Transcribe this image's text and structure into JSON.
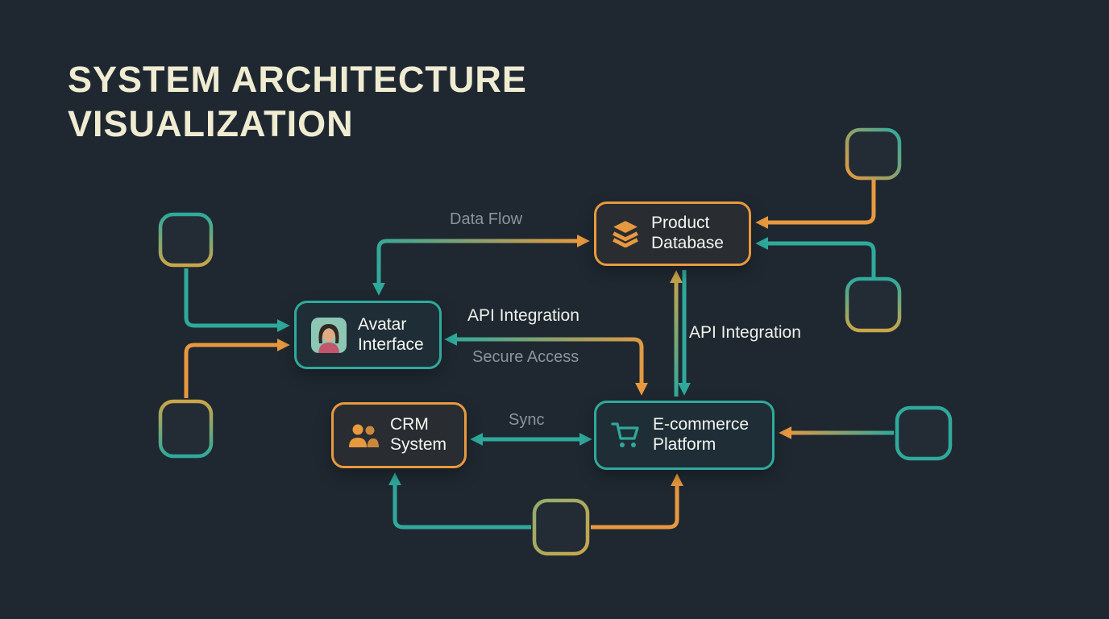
{
  "title": {
    "line1": "SYSTEM ARCHITECTURE",
    "line2": "VISUALIZATION"
  },
  "nodes": {
    "product_database": {
      "line1": "Product",
      "line2": "Database",
      "icon": "layers-icon"
    },
    "avatar_interface": {
      "line1": "Avatar",
      "line2": "Interface",
      "icon": "avatar-image"
    },
    "crm_system": {
      "line1": "CRM",
      "line2": "System",
      "icon": "users-icon"
    },
    "ecommerce_platform": {
      "line1": "E-commerce",
      "line2": "Platform",
      "icon": "cart-icon"
    }
  },
  "edge_labels": {
    "data_flow": "Data Flow",
    "api_integration_left": "API Integration",
    "secure_access": "Secure Access",
    "api_integration_right": "API Integration",
    "sync": "Sync"
  },
  "colors": {
    "background": "#1f2831",
    "teal": "#2fa99c",
    "orange": "#e8993f",
    "gold": "#c9a64a",
    "title_text": "#f0ecd2",
    "muted_label": "#8b939c",
    "bright_label": "#eef1ea",
    "node_text": "#f4f6f2"
  }
}
